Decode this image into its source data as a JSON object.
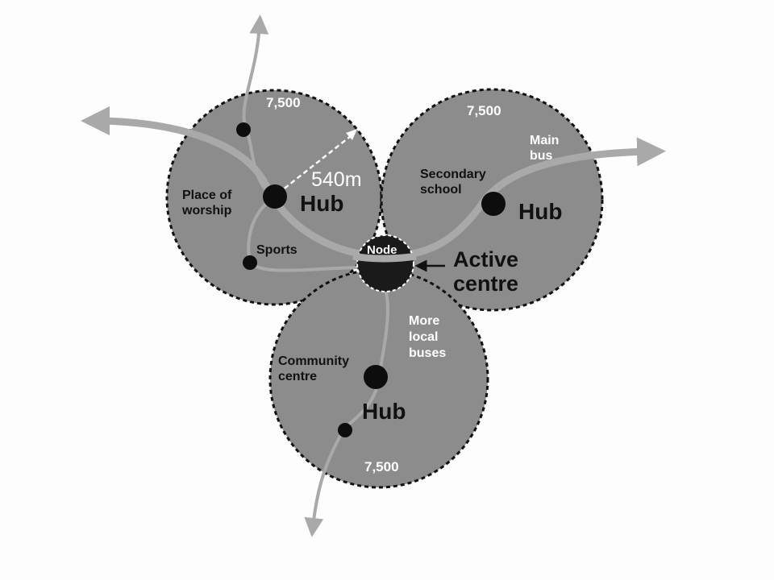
{
  "diagram": {
    "hubs": [
      {
        "id": "north",
        "population": "7,500",
        "label": "Hub"
      },
      {
        "id": "east",
        "population": "7,500",
        "label": "Hub"
      },
      {
        "id": "south",
        "population": "7,500",
        "label": "Hub"
      }
    ],
    "radius_label": "540m",
    "node_label": "Node",
    "active_centre_label": [
      "Active",
      "centre"
    ],
    "amenities": {
      "place_of_worship": [
        "Place of",
        "worship"
      ],
      "sports": "Sports",
      "secondary_school": [
        "Secondary",
        "school"
      ],
      "community_centre": [
        "Community",
        "centre"
      ]
    },
    "bus_labels": {
      "main_bus": [
        "Main",
        "bus"
      ],
      "local_buses": [
        "More",
        "local",
        "buses"
      ]
    },
    "colors": {
      "circle_fill": "#8c8c8c",
      "circle_border": "#111111",
      "route": "#a9a9a9",
      "hub_dot": "#0d0d0d",
      "node_fill": "#1a1a1a"
    }
  }
}
